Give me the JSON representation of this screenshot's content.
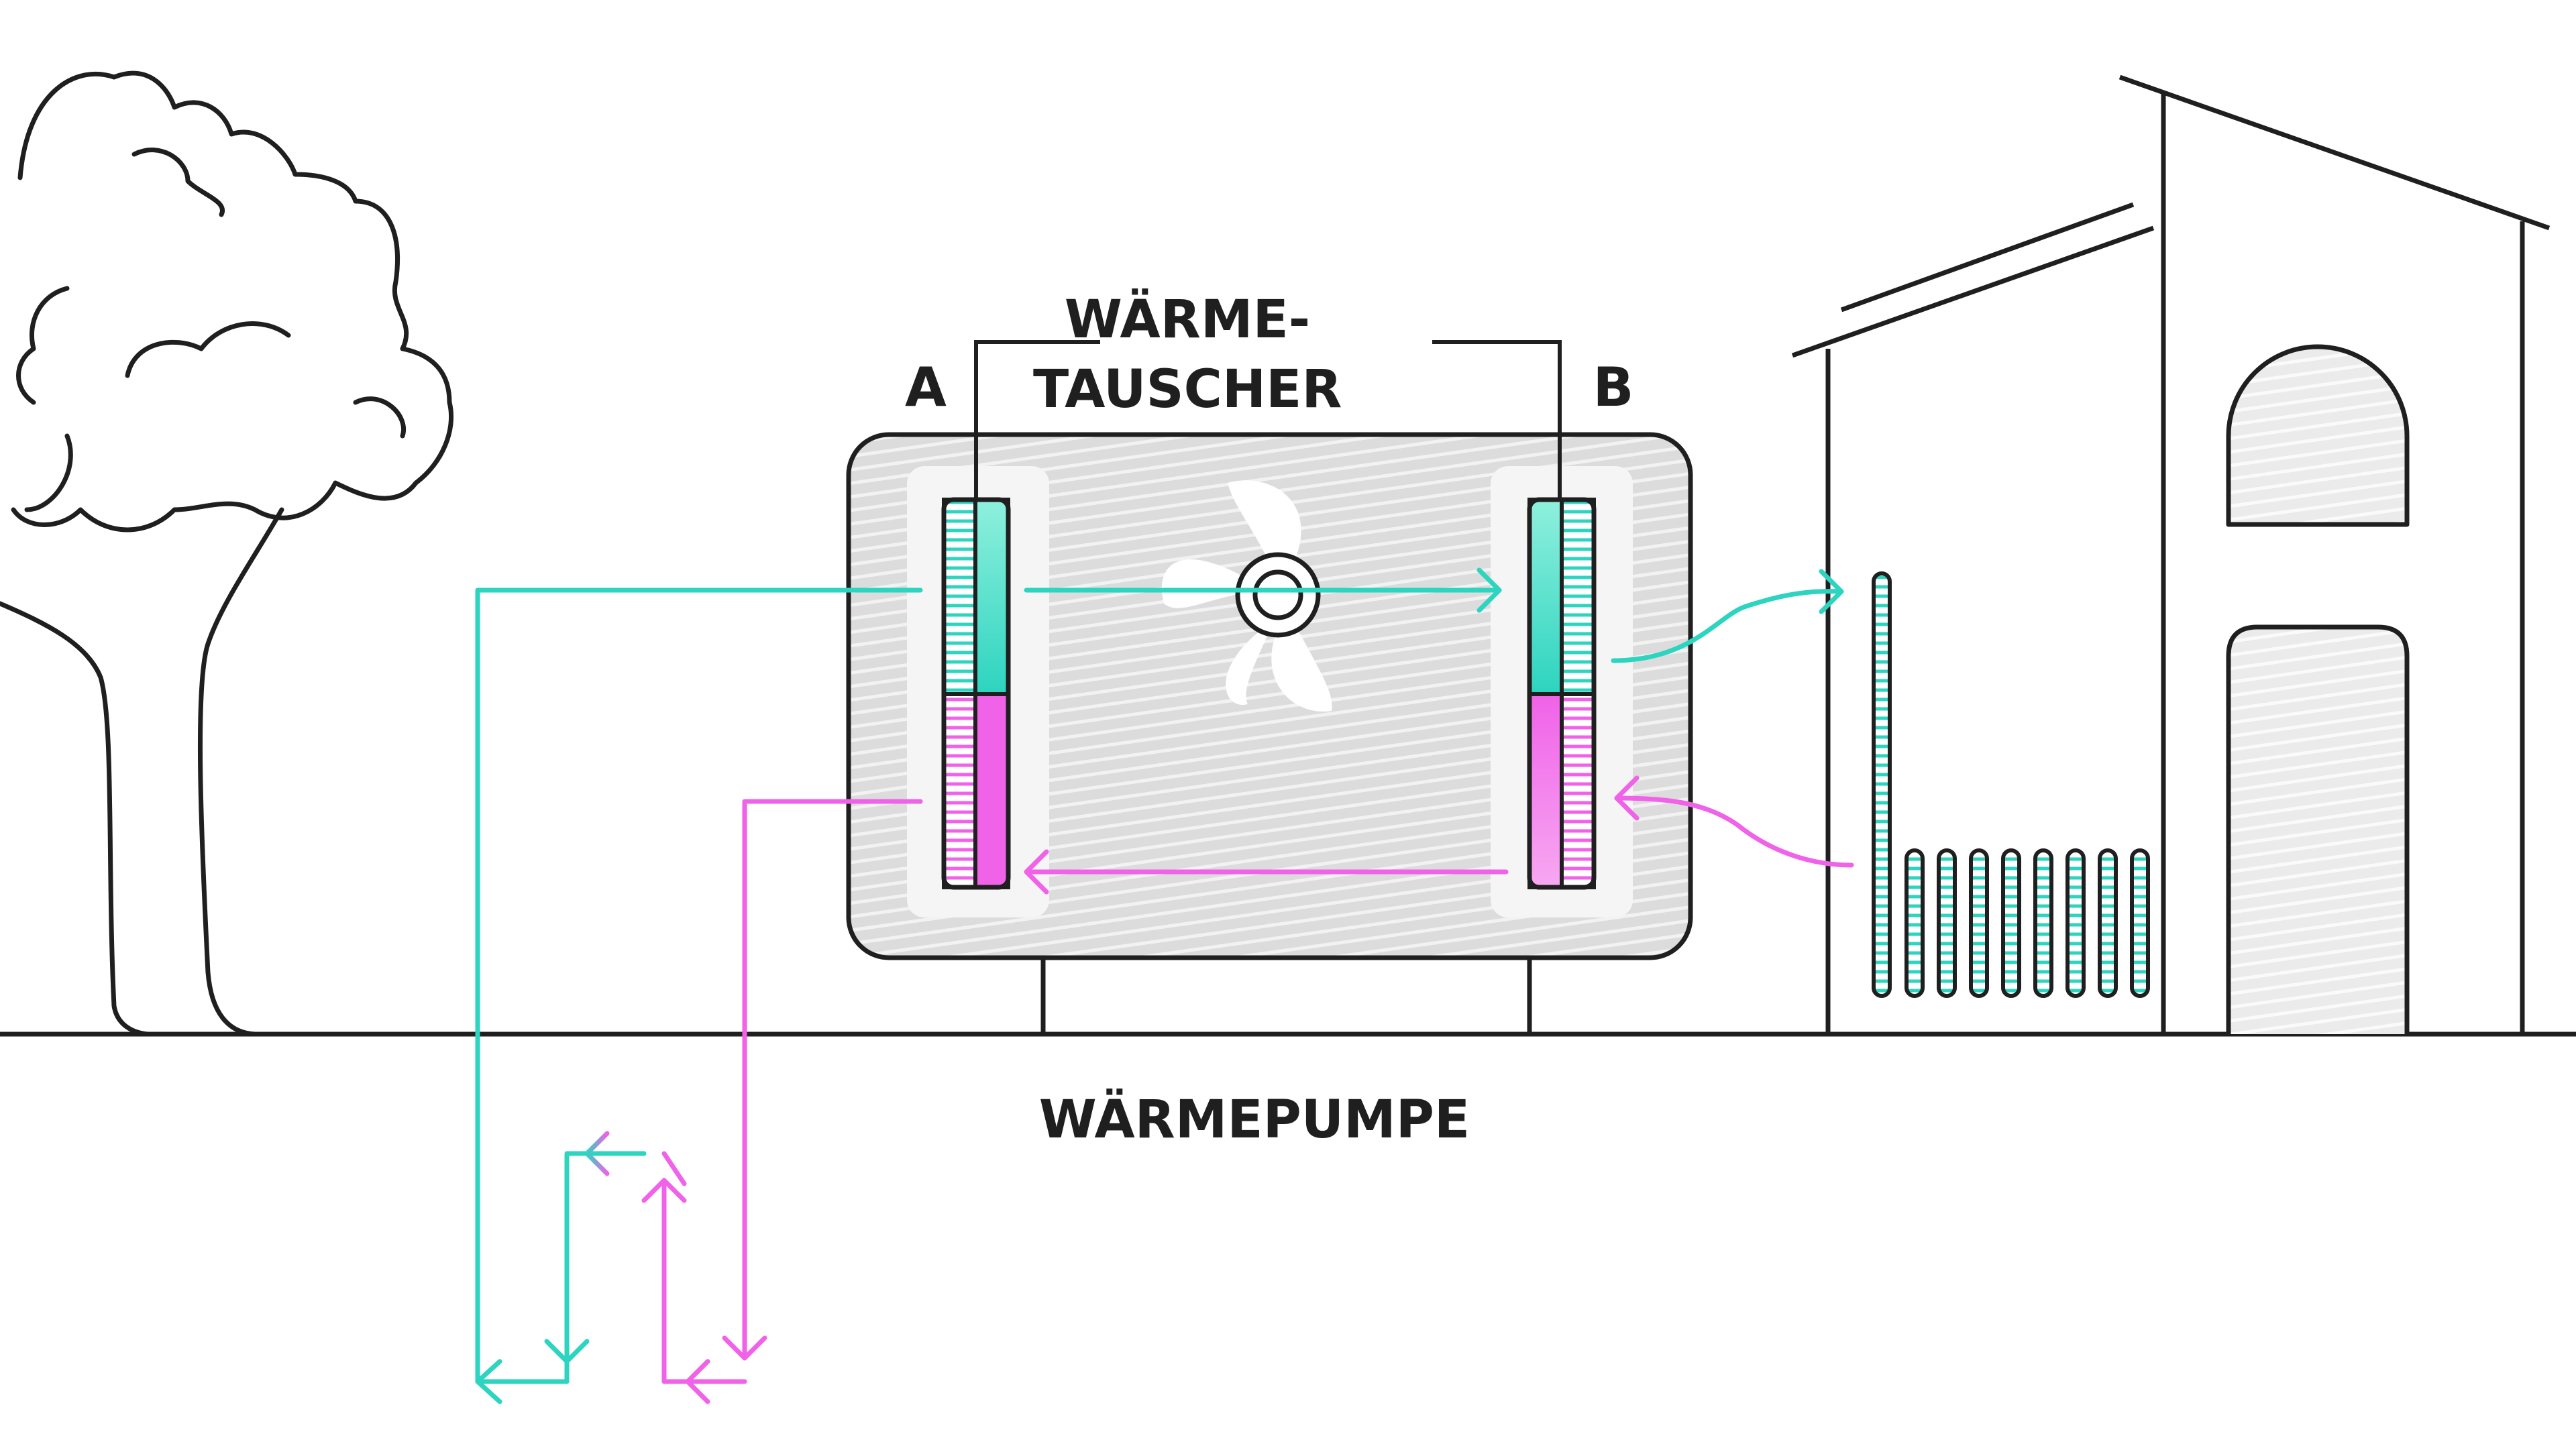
{
  "labels": {
    "heat_exchanger_line1": "WÄRME-",
    "heat_exchanger_line2": "TAUSCHER",
    "exchanger_a": "A",
    "exchanger_b": "B",
    "heat_pump": "WÄRMEPUMPE"
  },
  "colors": {
    "cold_flow": "#2dd4bf",
    "warm_flow": "#f062e8",
    "outline": "#1f1f1f",
    "housing_fill": "#d9d9d9",
    "background": "#ffffff"
  }
}
